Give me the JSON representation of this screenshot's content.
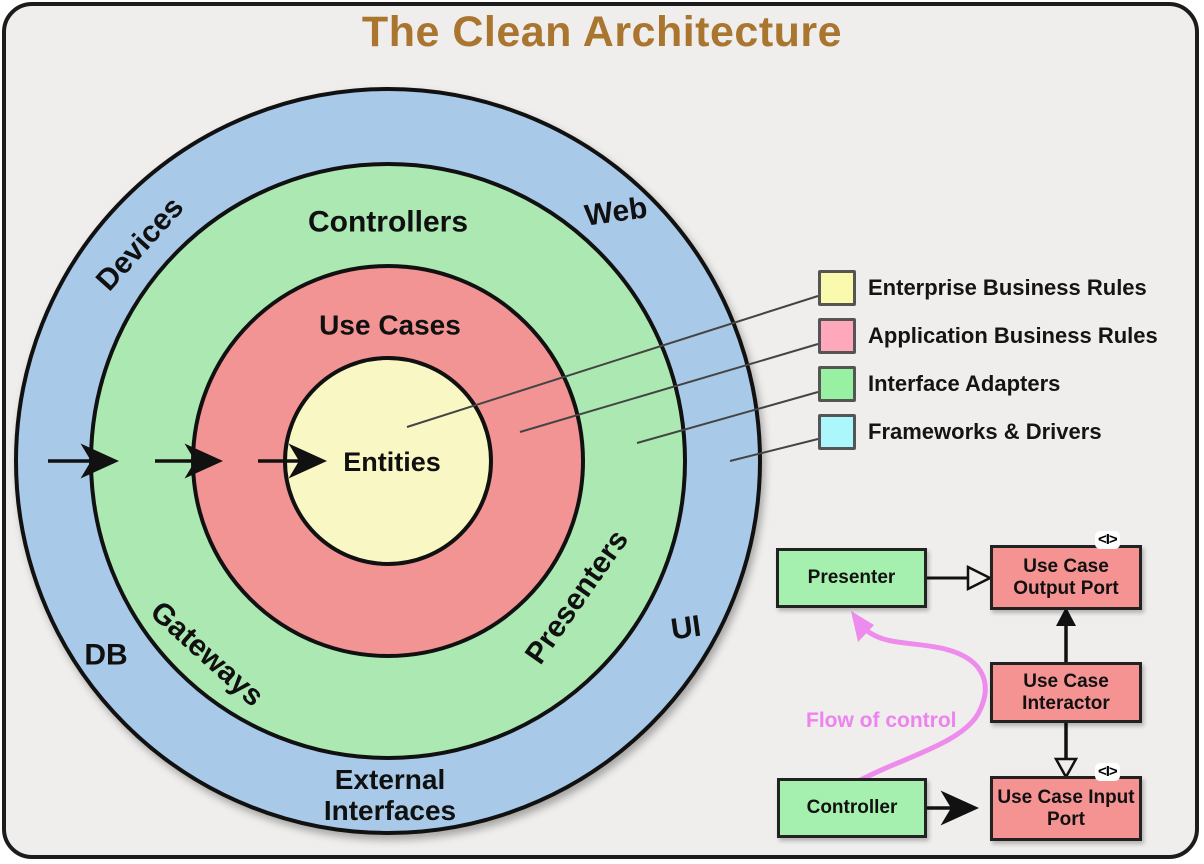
{
  "title": "The Clean Architecture",
  "colors": {
    "slide_bg": "#efeeec",
    "title": "#a9752f",
    "frameworks_ring": "#a9c9e9",
    "adapters_ring": "#abe8b2",
    "application_ring": "#f29394",
    "enterprise_circle": "#f9f7c4",
    "circle_border": "#111111",
    "flow_of_control": "#ee8ced"
  },
  "rings": {
    "controllers": "Controllers",
    "use_cases": "Use Cases",
    "entities": "Entities",
    "devices": "Devices",
    "web": "Web",
    "db": "DB",
    "gateways": "Gateways",
    "presenters": "Presenters",
    "ui": "UI",
    "external_interfaces": "External Interfaces"
  },
  "legend": {
    "items": [
      {
        "label": "Enterprise Business Rules",
        "color": "#fafaae"
      },
      {
        "label": "Application Business Rules",
        "color": "#ffa8bc"
      },
      {
        "label": "Interface Adapters",
        "color": "#98f1a2"
      },
      {
        "label": "Frameworks & Drivers",
        "color": "#abf7fb"
      }
    ]
  },
  "flow_diagram": {
    "presenter": "Presenter",
    "controller": "Controller",
    "output_port": "Use Case Output Port",
    "interactor": "Use Case Interactor",
    "input_port": "Use Case Input Port",
    "flow_label": "Flow of control",
    "interface_marker": "<I>"
  }
}
